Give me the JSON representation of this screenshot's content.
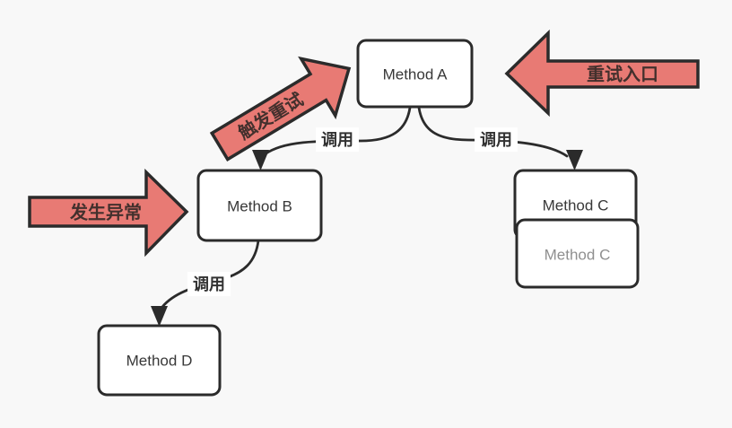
{
  "colors": {
    "background": "#f8f8f8",
    "node_fill": "#ffffff",
    "line_stroke": "#2b2b2b",
    "callout_fill": "#e87a74",
    "muted_text": "#8f8f8f"
  },
  "nodes": {
    "method_a": {
      "label": "Method A"
    },
    "method_b": {
      "label": "Method B"
    },
    "method_c_back": {
      "label": "Method C"
    },
    "method_c_front": {
      "label": "Method C"
    },
    "method_d": {
      "label": "Method D"
    }
  },
  "edges": {
    "a_to_b": {
      "label": "调用"
    },
    "a_to_c": {
      "label": "调用"
    },
    "b_to_d": {
      "label": "调用"
    }
  },
  "callouts": {
    "trigger_retry": {
      "label": "触发重试"
    },
    "retry_entry": {
      "label": "重试入口"
    },
    "exception": {
      "label": "发生异常"
    }
  }
}
